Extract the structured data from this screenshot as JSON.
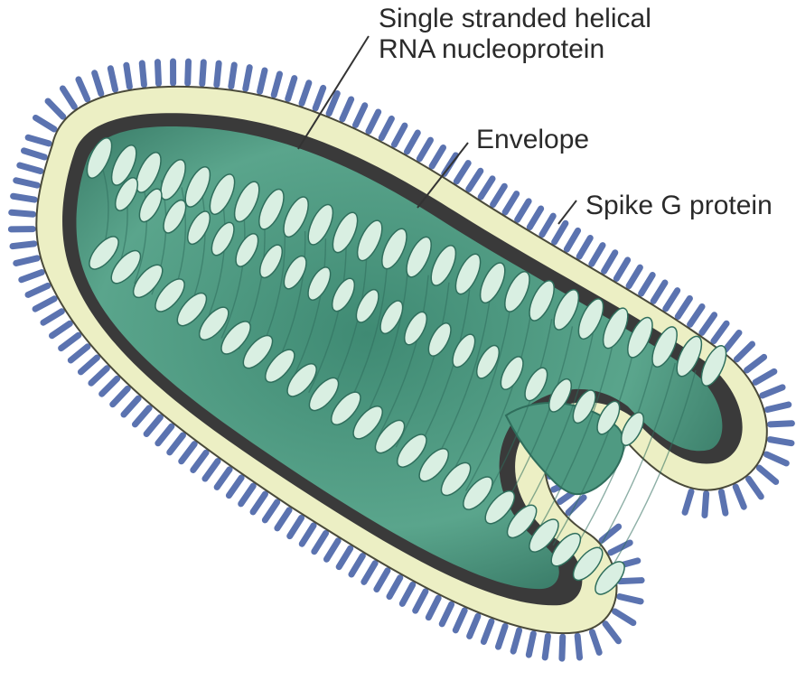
{
  "labels": {
    "rna_line1": "Single stranded helical",
    "rna_line2": "RNA nucleoprotein",
    "envelope": "Envelope",
    "spike": "Spike G protein"
  },
  "colors": {
    "spike": "#5b73b0",
    "envelope": "#ecefc4",
    "membrane": "#3a3a3a",
    "core": "#4f9a82",
    "core_dark": "#2f6e5c",
    "rna_oval": "#d9efe2",
    "leader_line": "#333333"
  }
}
